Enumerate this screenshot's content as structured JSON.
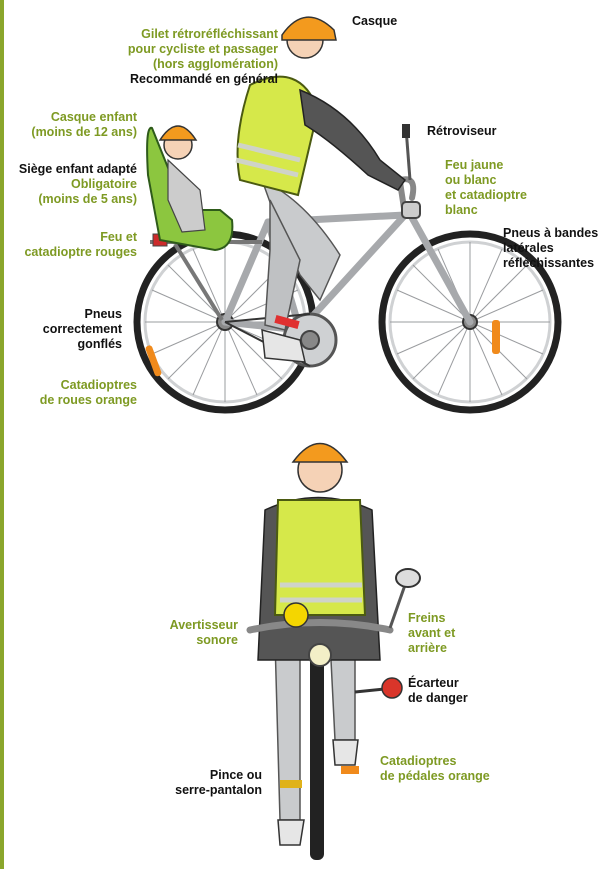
{
  "colors": {
    "green_text": "#7e9a23",
    "black_text": "#111111",
    "vest": "#d6e84a",
    "helmet": "#f39a1e",
    "child_seat": "#8cc63f",
    "reflector_orange": "#f08a1c",
    "reflector_red": "#d9352a",
    "frame": "#a7a9ac"
  },
  "icons": [
    "cyclist-side-illustration",
    "cyclist-front-illustration"
  ],
  "labels": {
    "casque": [
      "Casque"
    ],
    "gilet": [
      "Gilet rétroréfléchissant",
      "pour cycliste et passager",
      "(hors agglomération)"
    ],
    "gilet_note": [
      "Recommandé en général"
    ],
    "casque_enfant": [
      "Casque enfant",
      "(moins de 12 ans)"
    ],
    "siege": [
      "Siège enfant adapté"
    ],
    "siege_note": [
      "Obligatoire",
      "(moins de 5 ans)"
    ],
    "feu_rouge": [
      "Feu et",
      "catadioptre rouges"
    ],
    "retroviseur": [
      "Rétroviseur"
    ],
    "feu_jaune": [
      "Feu jaune",
      "ou blanc",
      "et catadioptre",
      "blanc"
    ],
    "pneus_bandes": [
      "Pneus à bandes",
      "latérales",
      "réfléchissantes"
    ],
    "pneus_gonfles": [
      "Pneus",
      "correctement",
      "gonflés"
    ],
    "catadioptres_roues": [
      "Catadioptres",
      "de roues orange"
    ],
    "avertisseur": [
      "Avertisseur",
      "sonore"
    ],
    "freins": [
      "Freins",
      "avant et",
      "arrière"
    ],
    "ecarteur": [
      "Écarteur",
      "de danger"
    ],
    "catadioptres_pedales": [
      "Catadioptres",
      "de pédales orange"
    ],
    "pince": [
      "Pince ou",
      "serre-pantalon"
    ]
  }
}
